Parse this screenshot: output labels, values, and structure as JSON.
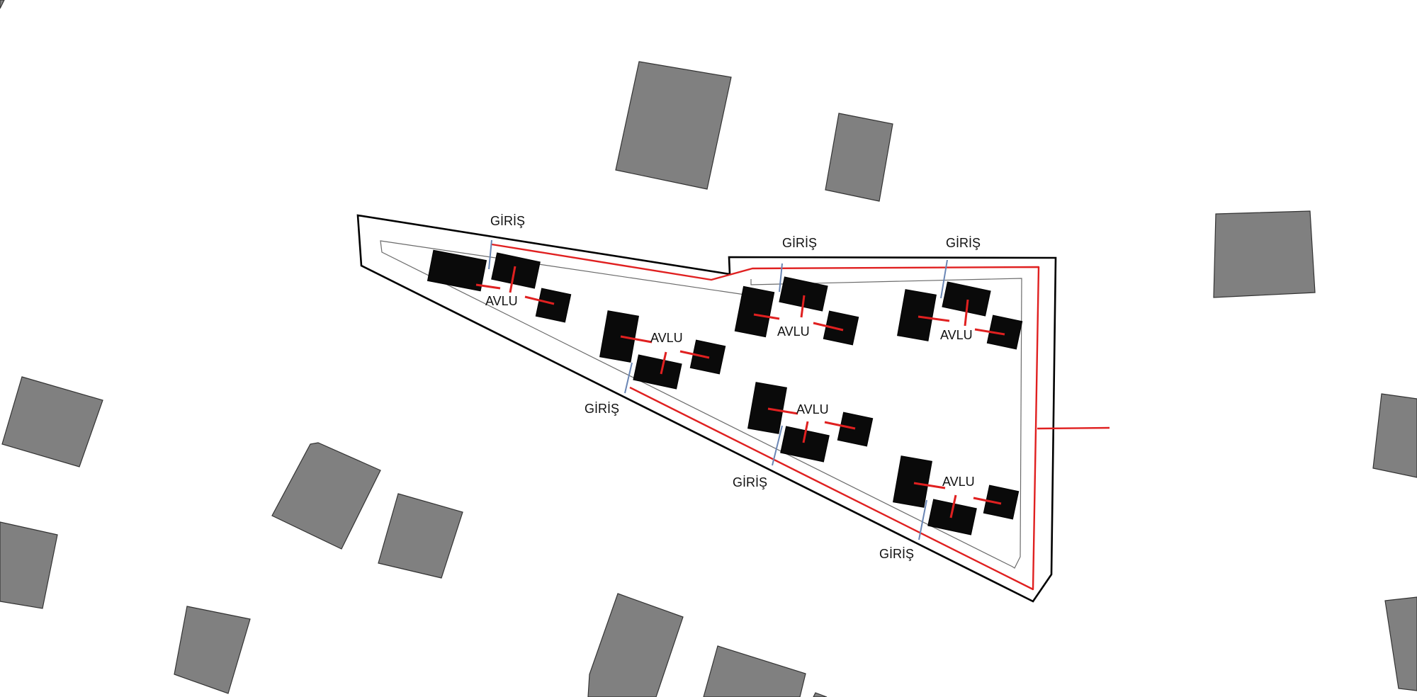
{
  "labels": {
    "entrance": "GİRİŞ",
    "courtyard": "AVLU"
  },
  "colors": {
    "background": "#ffffff",
    "neighbor_building": "#808080",
    "house_block": "#0a0a0a",
    "boundary": "#000000",
    "circulation_path": "#e02020",
    "entrance_marker": "#6a86b5",
    "inner_line": "#6b6b6b"
  },
  "clusters": [
    {
      "entrance": "GİRİŞ",
      "courtyard": "AVLU"
    },
    {
      "entrance": "GİRİŞ",
      "courtyard": "AVLU"
    },
    {
      "entrance": "GİRİŞ",
      "courtyard": "AVLU"
    },
    {
      "entrance": "GİRİŞ",
      "courtyard": "AVLU"
    },
    {
      "entrance": "GİRİŞ",
      "courtyard": "AVLU"
    },
    {
      "entrance": "GİRİŞ",
      "courtyard": "AVLU"
    }
  ]
}
